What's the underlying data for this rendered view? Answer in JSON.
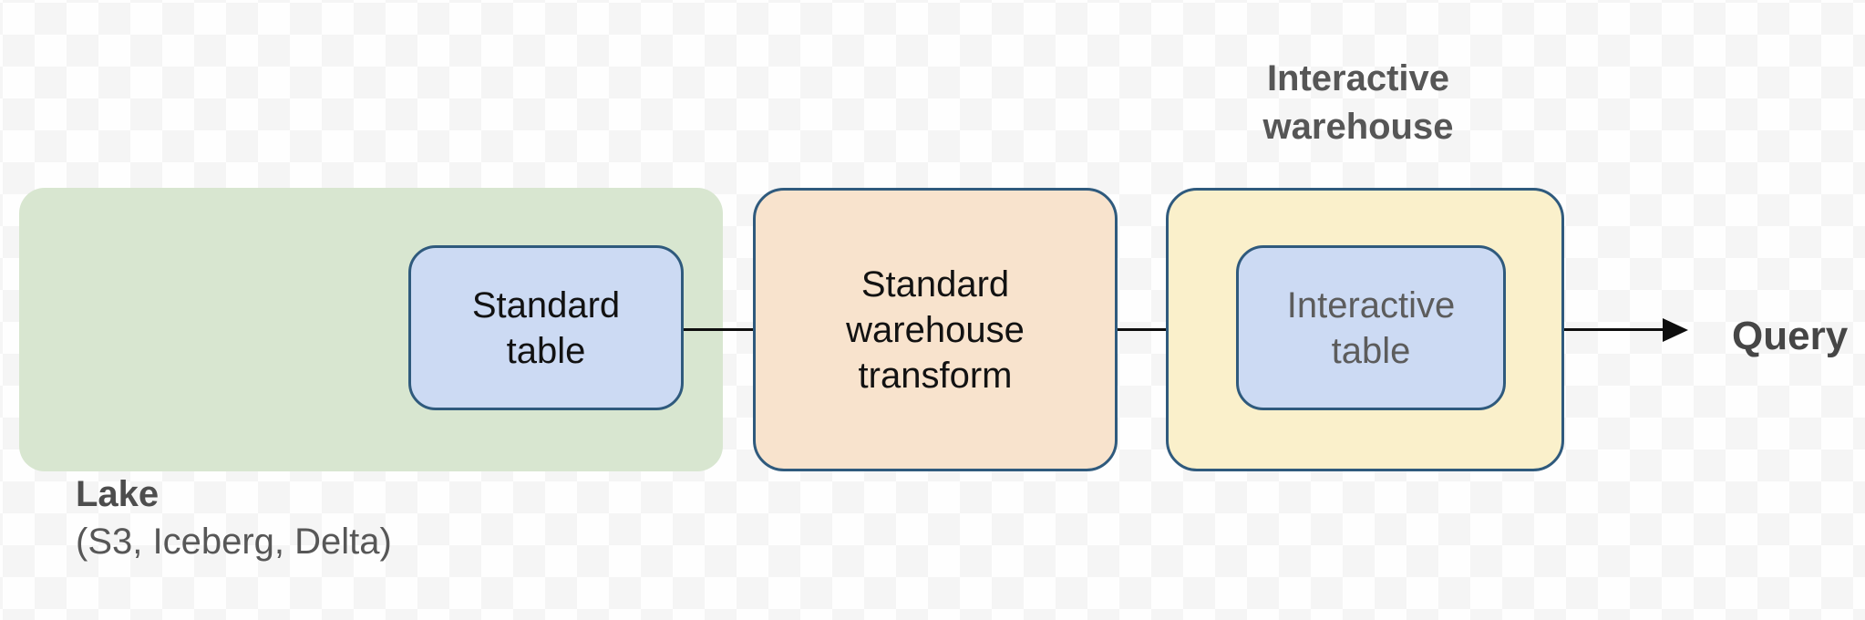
{
  "background": {
    "checker_light": "#fefefe",
    "checker_dark": "#f5f5f5"
  },
  "colors": {
    "lake_fill": "#d8e6d0",
    "table_fill": "#ccdaf3",
    "transform_fill": "#f8e3cd",
    "warehouse_fill": "#faf0cb",
    "box_border": "#2f5a7d",
    "arrow": "#0e0e0e",
    "heading_text": "#565656",
    "muted_text": "#5c5c5c",
    "dark_text": "#121212"
  },
  "nodes": {
    "lake": {
      "title": "Lake",
      "subtitle": "(S3, Iceberg, Delta)"
    },
    "standard_table": {
      "label": "Standard\ntable"
    },
    "standard_warehouse_transform": {
      "label": "Standard\nwarehouse\ntransform"
    },
    "interactive_warehouse": {
      "heading": "Interactive\nwarehouse"
    },
    "interactive_table": {
      "label": "Interactive\ntable"
    },
    "query": {
      "label": "Query"
    }
  }
}
